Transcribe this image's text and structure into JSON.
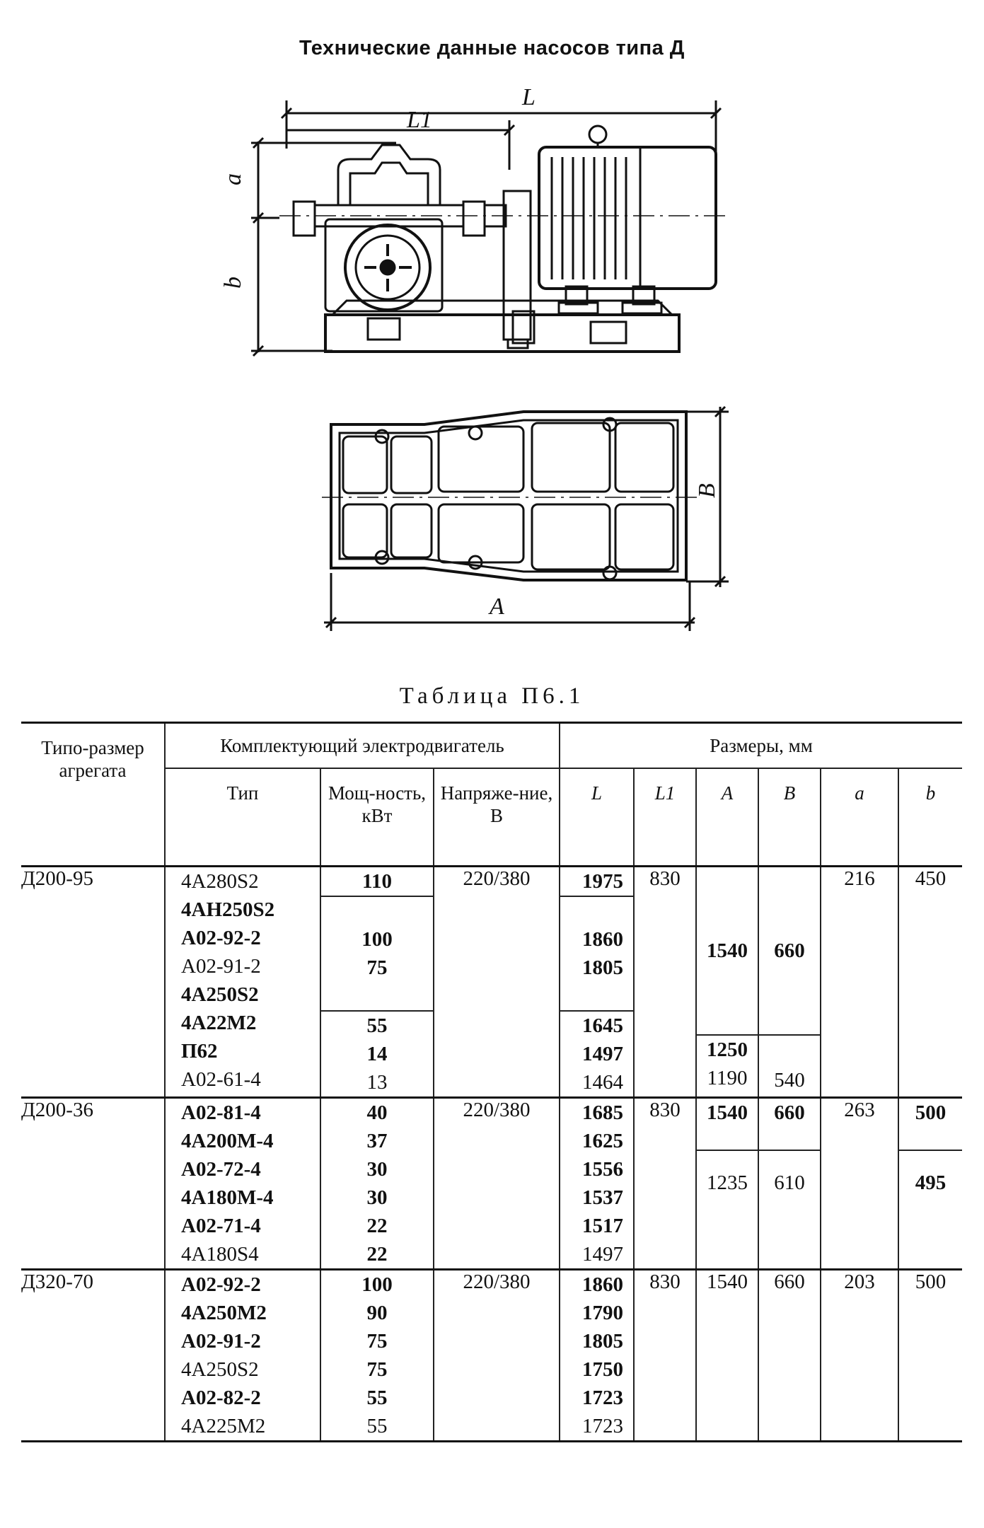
{
  "title": "Технические данные насосов типа Д",
  "drawing": {
    "labels": {
      "L": "L",
      "L1": "L1",
      "a": "a",
      "b": "b",
      "A": "A",
      "B": "B"
    }
  },
  "table_caption": "Таблица П6.1",
  "table": {
    "headers": {
      "unit_type": "Типо-размер агрегата",
      "motor_group": "Комплектующий электродвигатель",
      "dims_group": "Размеры, мм",
      "motor_type": "Тип",
      "power": "Мощ-ность, кВт",
      "voltage": "Напряже-ние, В",
      "L": "L",
      "L1": "L1",
      "A": "A",
      "B": "B",
      "a": "a",
      "b": "b"
    },
    "groups": [
      {
        "unit": "Д200-95",
        "motor_types": [
          "4А280S2",
          "4АН250S2",
          "А02-92-2",
          "А02-91-2",
          "4А250S2",
          "4А22М2",
          "П62",
          "А02-61-4"
        ],
        "power": [
          "110",
          "",
          "100",
          "75",
          "",
          "55",
          "14",
          "13"
        ],
        "voltage": "220/380",
        "L": [
          "1975",
          "",
          "1860",
          "1805",
          "",
          "1645",
          "1497",
          "1464"
        ],
        "L1": "830",
        "A": [
          "1540",
          "1250",
          "1190"
        ],
        "B": [
          "660",
          "540"
        ],
        "a": "216",
        "b": "450"
      },
      {
        "unit": "Д200-36",
        "motor_types": [
          "А02-81-4",
          "4А200М-4",
          "А02-72-4",
          "4А180М-4",
          "А02-71-4",
          "4А180S4"
        ],
        "power": [
          "40",
          "37",
          "30",
          "30",
          "22",
          "22"
        ],
        "voltage": "220/380",
        "L": [
          "1685",
          "1625",
          "1556",
          "1537",
          "1517",
          "1497"
        ],
        "L1": "830",
        "A": [
          "1540",
          "1235"
        ],
        "B": [
          "660",
          "610"
        ],
        "a": "263",
        "b": [
          "500",
          "495"
        ]
      },
      {
        "unit": "Д320-70",
        "motor_types": [
          "А02-92-2",
          "4А250М2",
          "А02-91-2",
          "4А250S2",
          "А02-82-2",
          "4А225М2"
        ],
        "power": [
          "100",
          "90",
          "75",
          "75",
          "55",
          "55"
        ],
        "voltage": "220/380",
        "L": [
          "1860",
          "1790",
          "1805",
          "1750",
          "1723",
          "1723"
        ],
        "L1": "830",
        "A": "1540",
        "B": "660",
        "a": "203",
        "b": "500"
      }
    ]
  }
}
